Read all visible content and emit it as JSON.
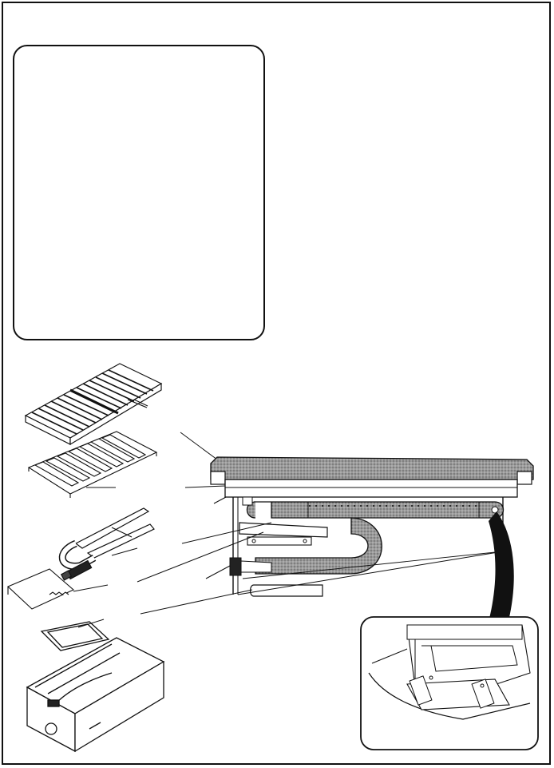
{
  "document": {
    "type": "exploded-parts-diagram",
    "text_lines": [],
    "callout_box": {
      "text": ""
    },
    "parts": [
      {
        "id": "cooking-grate",
        "label": ""
      },
      {
        "id": "radiant-flavor-plates",
        "label": ""
      },
      {
        "id": "burner",
        "label": ""
      },
      {
        "id": "heat-shield",
        "label": ""
      },
      {
        "id": "drip-tray",
        "label": ""
      },
      {
        "id": "firebox",
        "label": ""
      },
      {
        "id": "grill-cross-section",
        "label": ""
      },
      {
        "id": "detail-inset",
        "label": ""
      }
    ],
    "colors": {
      "line": "#111111",
      "stipple_fill": "#8a8a8a",
      "background": "#ffffff",
      "dark_fill": "#111111"
    }
  }
}
